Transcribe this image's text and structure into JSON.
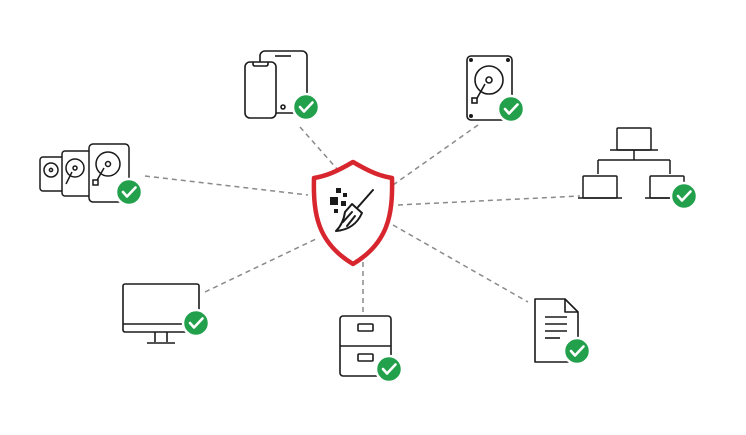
{
  "colors": {
    "line": "#1a1a1a",
    "connector": "#8a8a8a",
    "shield": "#d8262f",
    "check": "#22a04b",
    "check_mark": "#ffffff",
    "background": "#ffffff"
  },
  "center": {
    "icon": "shield-broom-icon"
  },
  "nodes": [
    {
      "id": "mobile-devices",
      "icon": "phone-tablet-icon",
      "status": "check-icon"
    },
    {
      "id": "hard-drive",
      "icon": "hard-drive-icon",
      "status": "check-icon"
    },
    {
      "id": "disk-array",
      "icon": "multiple-drives-icon",
      "status": "check-icon"
    },
    {
      "id": "network",
      "icon": "network-topology-icon",
      "status": "check-icon"
    },
    {
      "id": "desktop-monitor",
      "icon": "monitor-icon",
      "status": "check-icon"
    },
    {
      "id": "file-cabinet",
      "icon": "file-cabinet-icon",
      "status": "check-icon"
    },
    {
      "id": "document",
      "icon": "document-icon",
      "status": "check-icon"
    }
  ]
}
